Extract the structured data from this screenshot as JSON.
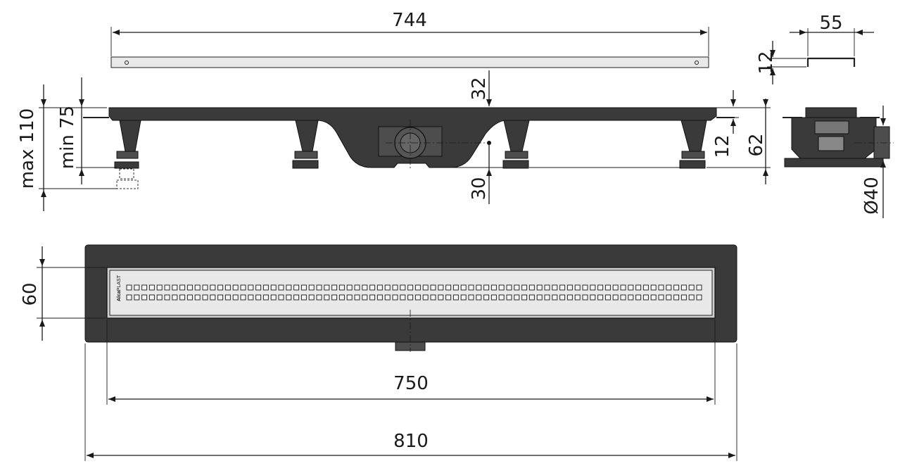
{
  "dimensions": {
    "grate_length": "744",
    "profile_width": "55",
    "profile_height": "12",
    "max_height": "max 110",
    "min_height": "min 75",
    "outlet_offset_top": "32",
    "outlet_offset_bottom": "30",
    "body_height": "12",
    "total_height": "62",
    "outlet_diameter": "Ø40",
    "grate_width": "60",
    "channel_length": "750",
    "frame_length": "810"
  },
  "logo": {
    "brand": "Alca",
    "suffix": "PLAST"
  },
  "colors": {
    "body": "#3a3a3a",
    "steel": "#e8e8e8",
    "line": "#1a1a1a"
  }
}
